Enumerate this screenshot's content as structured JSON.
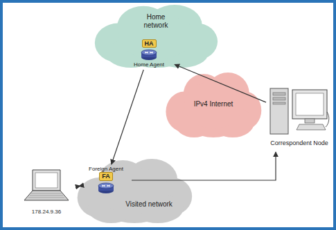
{
  "diagram": {
    "nodes": [
      {
        "text": [
          "Home network"
        ]
      },
      {
        "text": [
          "HA",
          "Home Agent"
        ],
        "in": 0
      },
      {
        "text": [
          "IPv4 Internet"
        ]
      },
      {
        "text": [
          "Correspondent Node"
        ]
      },
      {
        "text": [
          "Visited network"
        ]
      },
      {
        "text": [
          "Foreign Agent",
          "FA"
        ],
        "in": 4
      },
      {
        "text": [
          "178.24.9.36"
        ]
      }
    ],
    "edges": [
      {
        "from": 3,
        "to": 1,
        "arrow": "to"
      },
      {
        "from": 1,
        "to": 5,
        "arrow": "to"
      },
      {
        "from": 5,
        "to": 3,
        "arrow": "to"
      },
      {
        "from": 6,
        "to": 5,
        "arrow": "both"
      }
    ]
  }
}
